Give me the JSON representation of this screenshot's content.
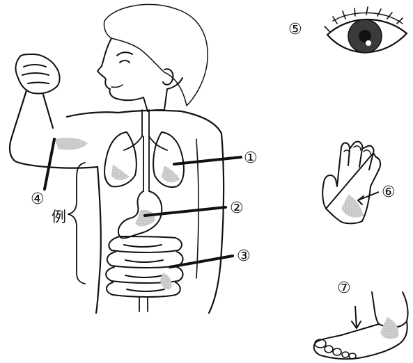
{
  "labels": {
    "n1": "①",
    "n2": "②",
    "n3": "③",
    "n4": "④",
    "n5": "⑤",
    "n6": "⑥",
    "n7": "⑦",
    "example": "例"
  },
  "colors": {
    "ink": "#111111",
    "hair": "#6f6f6f",
    "shade": "#bdbdbd",
    "iris": "#3a3a3a"
  }
}
